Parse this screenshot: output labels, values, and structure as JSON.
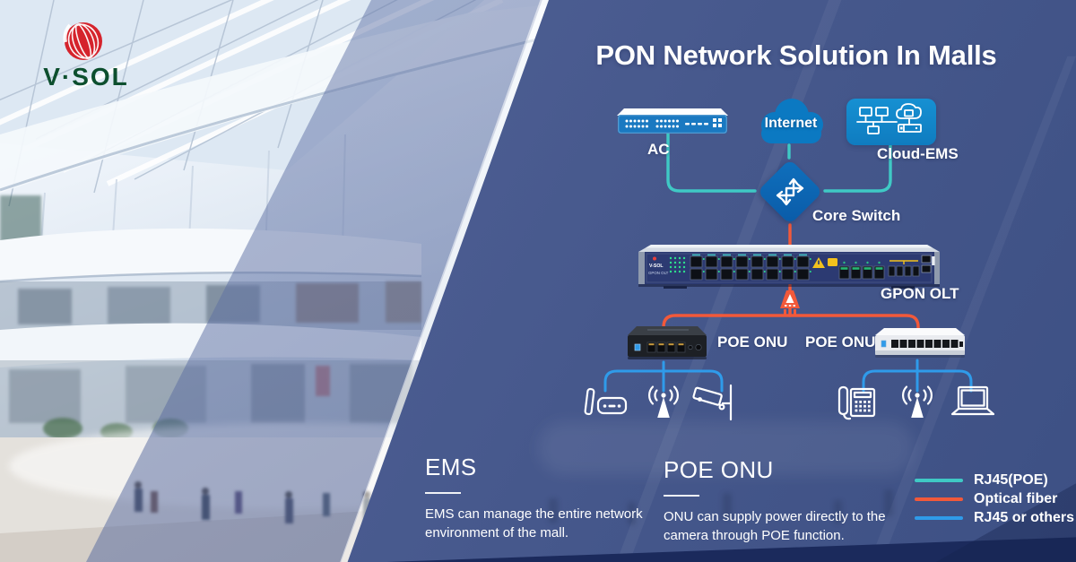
{
  "logo": {
    "text": "V·SOL"
  },
  "header": {
    "title": "PON Network Solution In Malls"
  },
  "diagram": {
    "nodes": {
      "ac": "AC",
      "internet": "Internet",
      "cloud_ems": "Cloud-EMS",
      "core_switch": "Core Switch",
      "gpon_olt": "GPON OLT",
      "poe_onu_left": "POE ONU",
      "poe_onu_right": "POE ONU"
    },
    "olt_faceplate": {
      "brand": "V-SOL",
      "model": "GPON OLT"
    },
    "endpoint_icons_left": [
      "pos-terminal",
      "wifi-antenna",
      "cctv-camera"
    ],
    "endpoint_icons_right": [
      "ip-phone",
      "wifi-antenna",
      "laptop"
    ]
  },
  "sections": {
    "ems": {
      "heading": "EMS",
      "body": "EMS can manage the entire network environment of the mall."
    },
    "poe_onu": {
      "heading": "POE ONU",
      "body": "ONU can supply power directly to the camera through POE function."
    }
  },
  "legend": {
    "items": [
      {
        "label": "RJ45(POE)",
        "color": "#3fc9c5"
      },
      {
        "label": "Optical fiber",
        "color": "#f2593a"
      },
      {
        "label": "RJ45 or others",
        "color": "#2f9bea"
      }
    ]
  },
  "colors": {
    "panel_blue": "#46588c",
    "node_blue": "#0b79c2",
    "line_rj45_poe": "#3fc9c5",
    "line_optical_fiber": "#f2593a",
    "line_rj45_others": "#2f9bea",
    "bottom_bar_navy": "#1b2a5c",
    "logo_red": "#d5232c",
    "logo_text_green": "#0d4f2e"
  }
}
